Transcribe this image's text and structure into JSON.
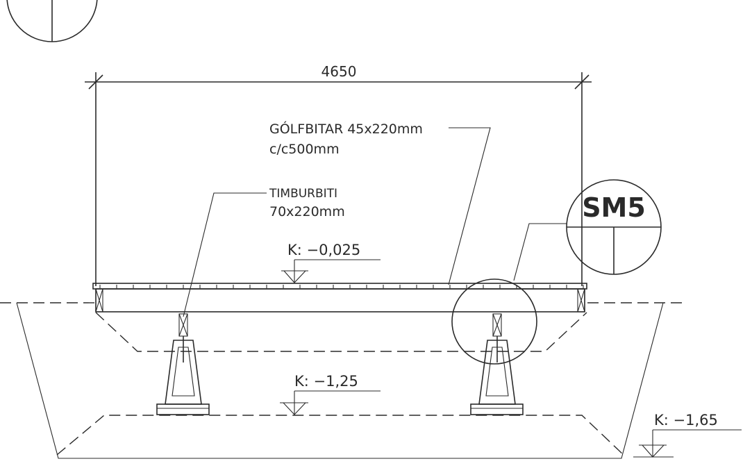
{
  "dimension": {
    "value": "4650"
  },
  "labels": {
    "golfbitar_line1": "GÓLFBITAR 45x220mm",
    "golfbitar_line2": "c/c500mm",
    "timburbiti_line1": "TIMBURBITI",
    "timburbiti_line2": "70x220mm"
  },
  "levels": {
    "floor": "K: −0,025",
    "bottom": "K: −1,25",
    "excavation": "K: −1,65"
  },
  "detail_callout": {
    "label": "SM5"
  },
  "colors": {
    "ink": "#2a2a2a",
    "paper": "#ffffff"
  }
}
